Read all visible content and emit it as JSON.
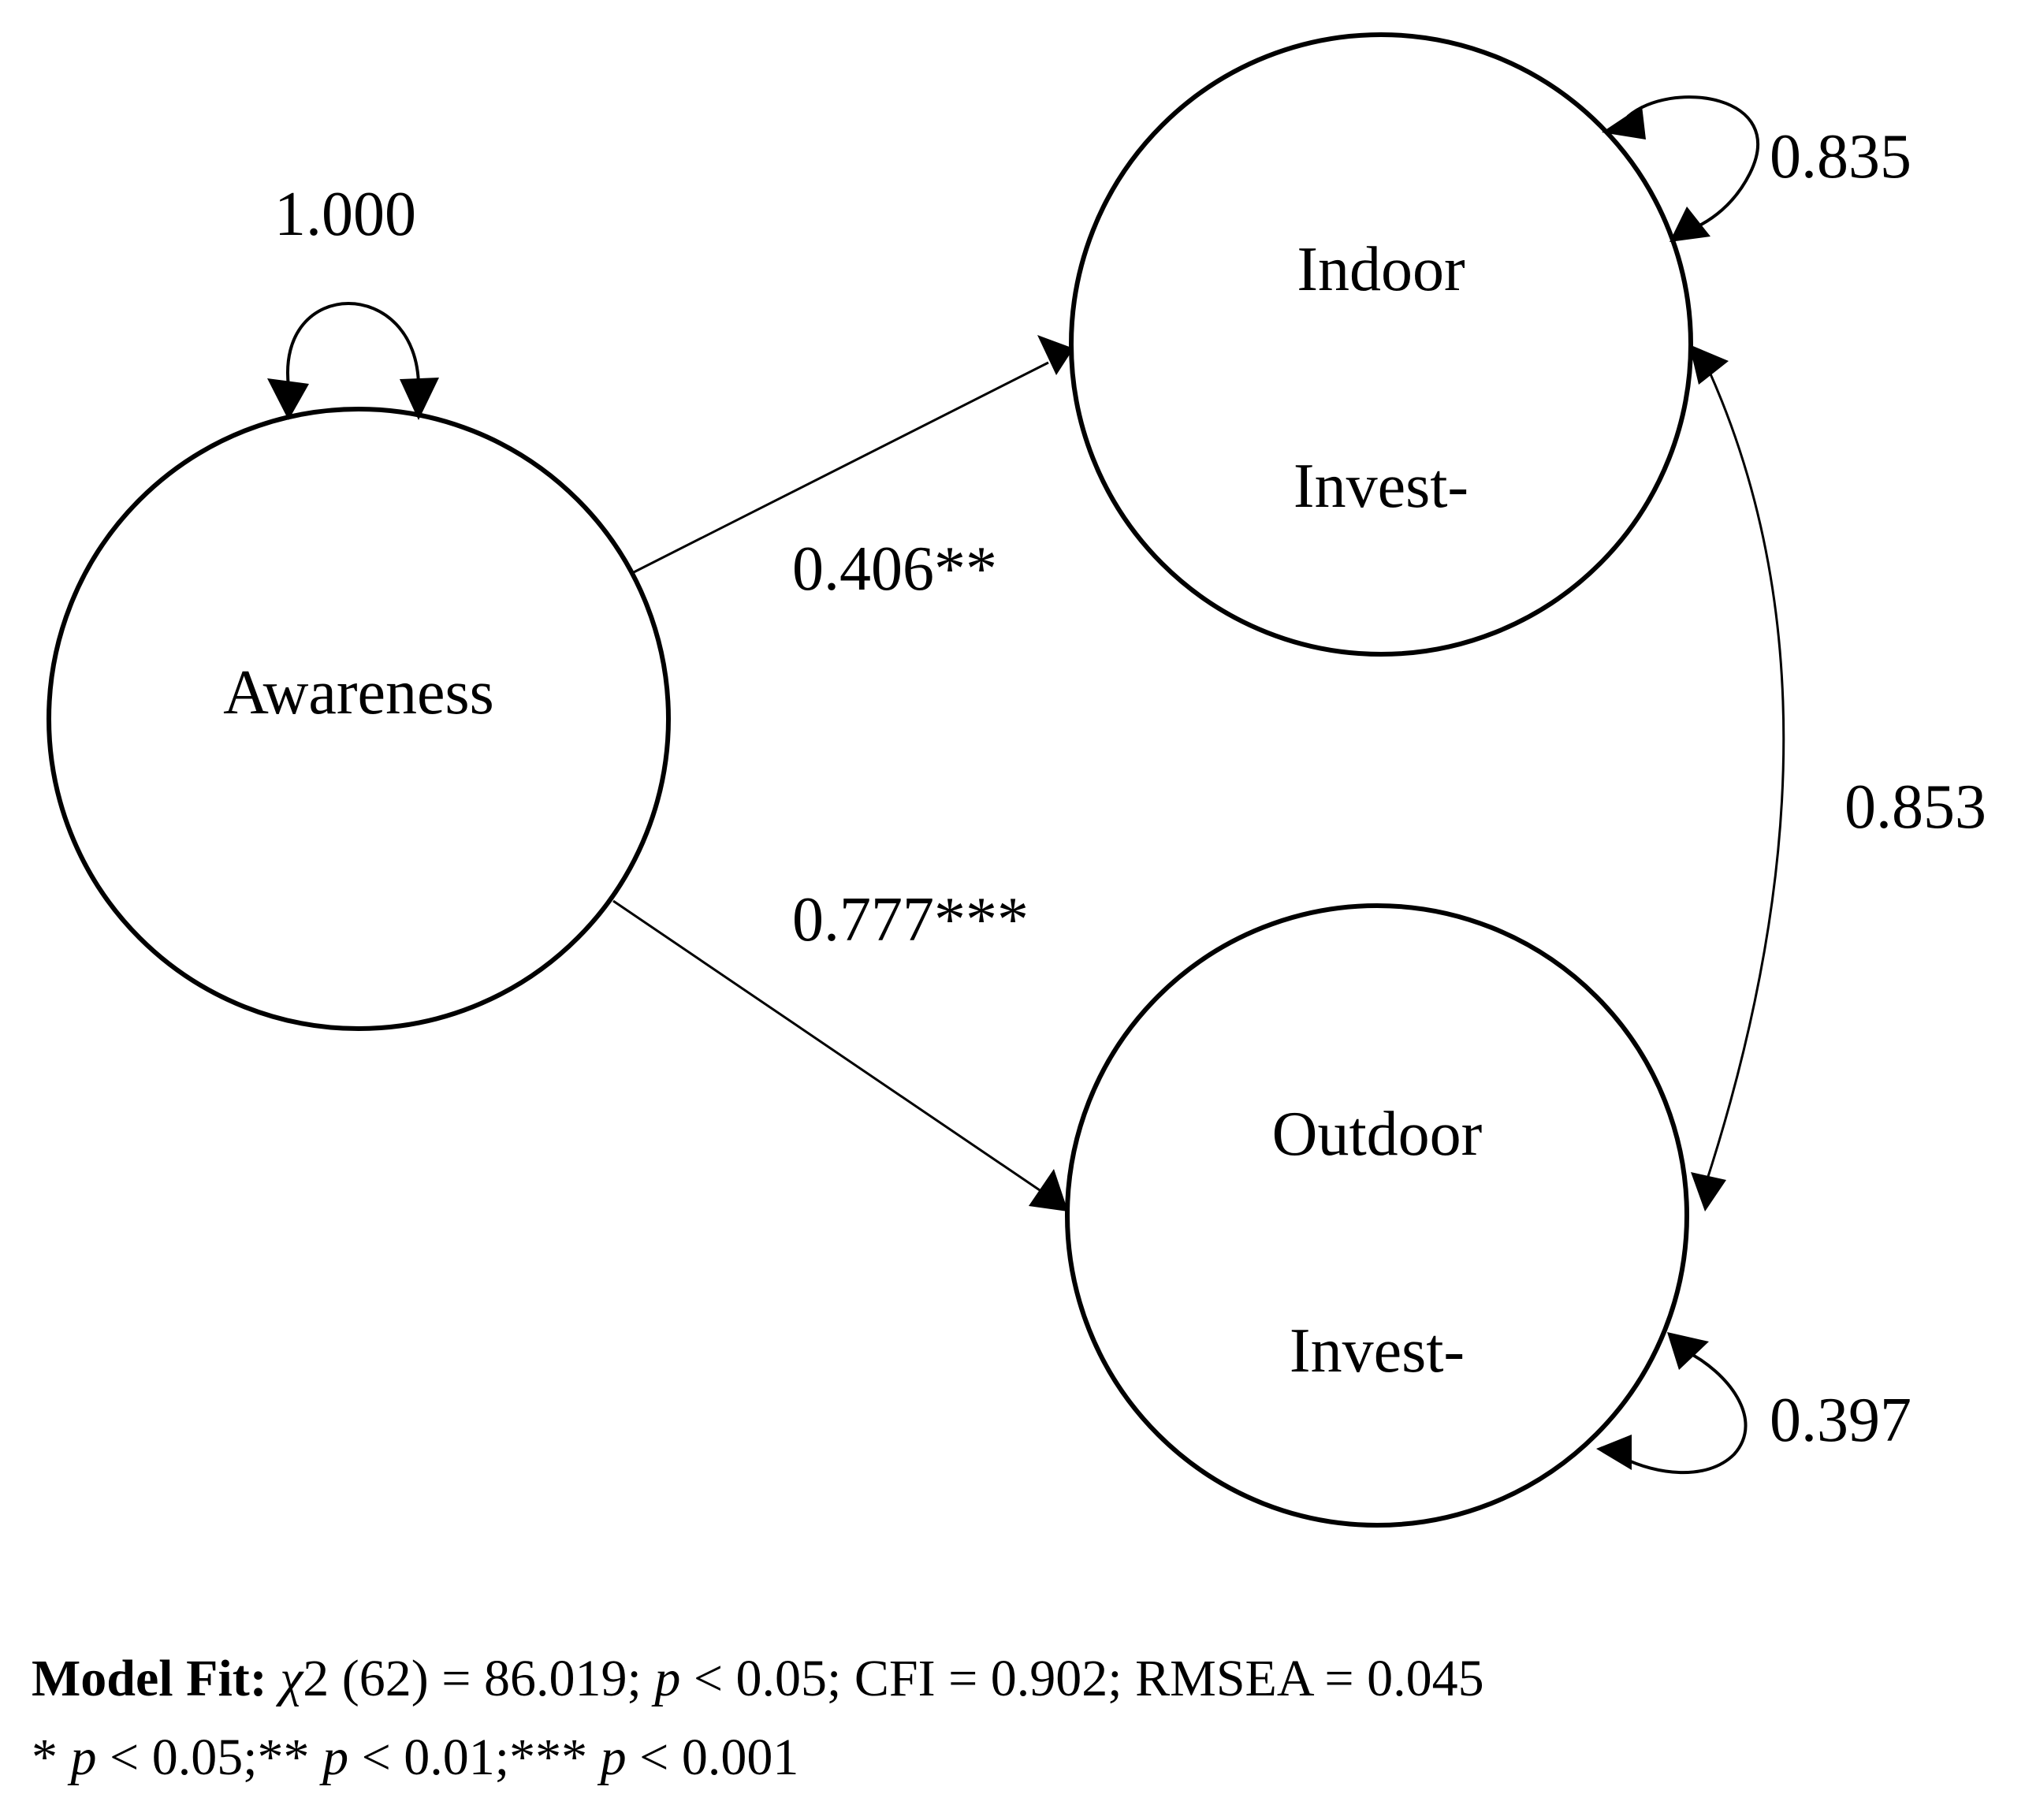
{
  "nodes": {
    "awareness": {
      "label": "Awareness"
    },
    "indoor": {
      "line1": "Indoor",
      "line2": "Invest-"
    },
    "outdoor": {
      "line1": "Outdoor",
      "line2": "Invest-"
    }
  },
  "edges": {
    "awareness_to_indoor": "0.406**",
    "awareness_to_outdoor": "0.777***",
    "indoor_outdoor_covariance": "0.853"
  },
  "variances": {
    "awareness": "1.000",
    "indoor": "0.835",
    "outdoor": "0.397"
  },
  "model_fit": {
    "label": "Model Fit:",
    "chi_symbol": "χ",
    "chi_rest": "2 (62) = 86.019;",
    "p_symbol": "p",
    "p_rest": "< 0.05; CFI = 0.902; RMSEA = 0.045"
  },
  "significance": {
    "s1_marker": "*",
    "s1_p": "p",
    "s1_rest": "< 0.05;**",
    "s2_p": "p",
    "s2_rest": "< 0.01;***",
    "s3_p": "p",
    "s3_rest": "< 0.001"
  }
}
